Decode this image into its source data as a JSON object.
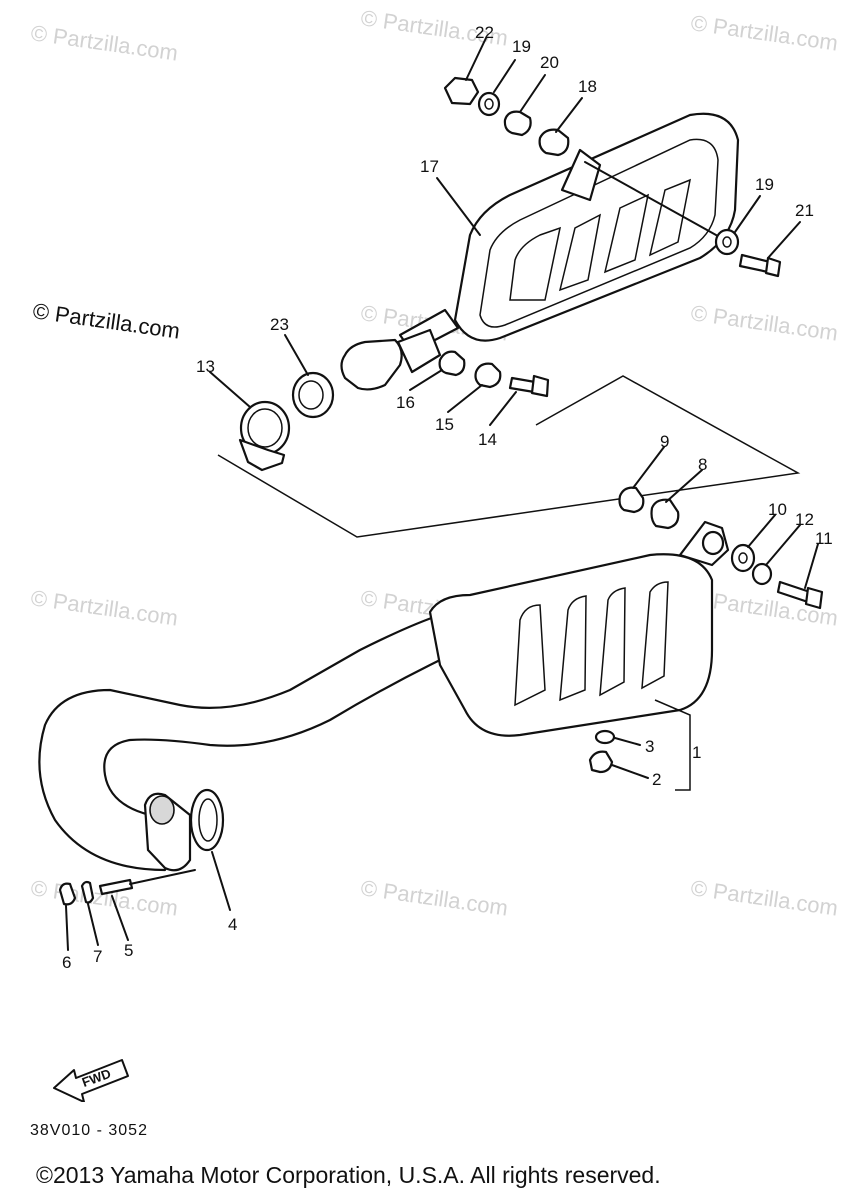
{
  "diagram": {
    "watermarks": [
      "© Partzilla.com",
      "© Partzilla.com"
    ],
    "callouts": [
      {
        "id": "22",
        "label": "22"
      },
      {
        "id": "19a",
        "label": "19"
      },
      {
        "id": "20",
        "label": "20"
      },
      {
        "id": "18",
        "label": "18"
      },
      {
        "id": "17",
        "label": "17"
      },
      {
        "id": "19b",
        "label": "19"
      },
      {
        "id": "21",
        "label": "21"
      },
      {
        "id": "23",
        "label": "23"
      },
      {
        "id": "13",
        "label": "13"
      },
      {
        "id": "16",
        "label": "16"
      },
      {
        "id": "15",
        "label": "15"
      },
      {
        "id": "14",
        "label": "14"
      },
      {
        "id": "9",
        "label": "9"
      },
      {
        "id": "8",
        "label": "8"
      },
      {
        "id": "10",
        "label": "10"
      },
      {
        "id": "12",
        "label": "12"
      },
      {
        "id": "11",
        "label": "11"
      },
      {
        "id": "3",
        "label": "3"
      },
      {
        "id": "1",
        "label": "1"
      },
      {
        "id": "2",
        "label": "2"
      },
      {
        "id": "4",
        "label": "4"
      },
      {
        "id": "6",
        "label": "6"
      },
      {
        "id": "7",
        "label": "7"
      },
      {
        "id": "5",
        "label": "5"
      }
    ],
    "fwd_label": "FWD",
    "diagram_id": "38V010 - 3052"
  },
  "footer": {
    "copyright": "©2013 Yamaha Motor Corporation, U.S.A. All rights reserved."
  }
}
